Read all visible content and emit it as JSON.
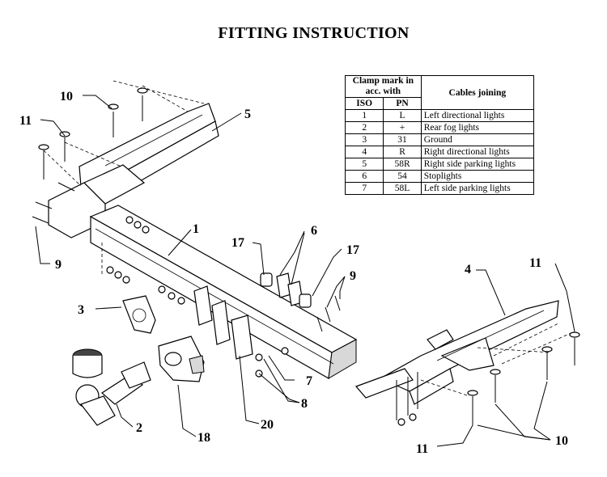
{
  "title": "FITTING INSTRUCTION",
  "table": {
    "header_clamp": "Clamp mark in acc. with",
    "header_iso": "ISO",
    "header_pn": "PN",
    "header_cables": "Cables joining",
    "rows": [
      {
        "iso": "1",
        "pn": "L",
        "cable": "Left directional lights"
      },
      {
        "iso": "2",
        "pn": "+",
        "cable": "Rear fog lights"
      },
      {
        "iso": "3",
        "pn": "31",
        "cable": "Ground"
      },
      {
        "iso": "4",
        "pn": "R",
        "cable": "Right directional lights"
      },
      {
        "iso": "5",
        "pn": "58R",
        "cable": "Right side parking lights"
      },
      {
        "iso": "6",
        "pn": "54",
        "cable": "Stoplights"
      },
      {
        "iso": "7",
        "pn": "58L",
        "cable": "Left side parking lights"
      }
    ]
  },
  "callouts": {
    "c1": "1",
    "c2": "2",
    "c3": "3",
    "c4": "4",
    "c5": "5",
    "c6": "6",
    "c7": "7",
    "c8": "8",
    "c9a": "9",
    "c9b": "9",
    "c10a": "10",
    "c10b": "10",
    "c11a": "11",
    "c11b": "11",
    "c11c": "11",
    "c17a": "17",
    "c17b": "17",
    "c18": "18",
    "c20": "20"
  }
}
